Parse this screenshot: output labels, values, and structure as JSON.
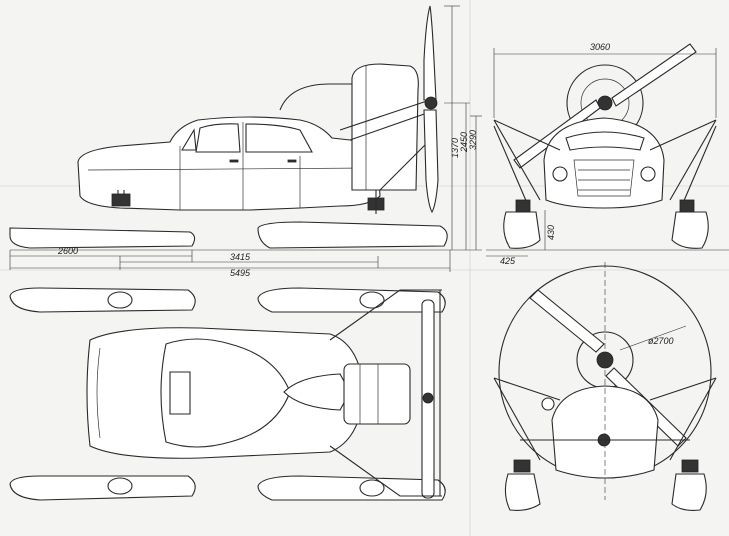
{
  "dimensions": {
    "ski_length": "2600",
    "ski_spacing": "3415",
    "overall_length": "5495",
    "height_top_propeller": "3290",
    "height_hub": "2450",
    "height_roof": "1370",
    "overall_width": "3060",
    "ground_clearance": "430",
    "ski_width": "425",
    "propeller_diameter": "ø2700"
  }
}
